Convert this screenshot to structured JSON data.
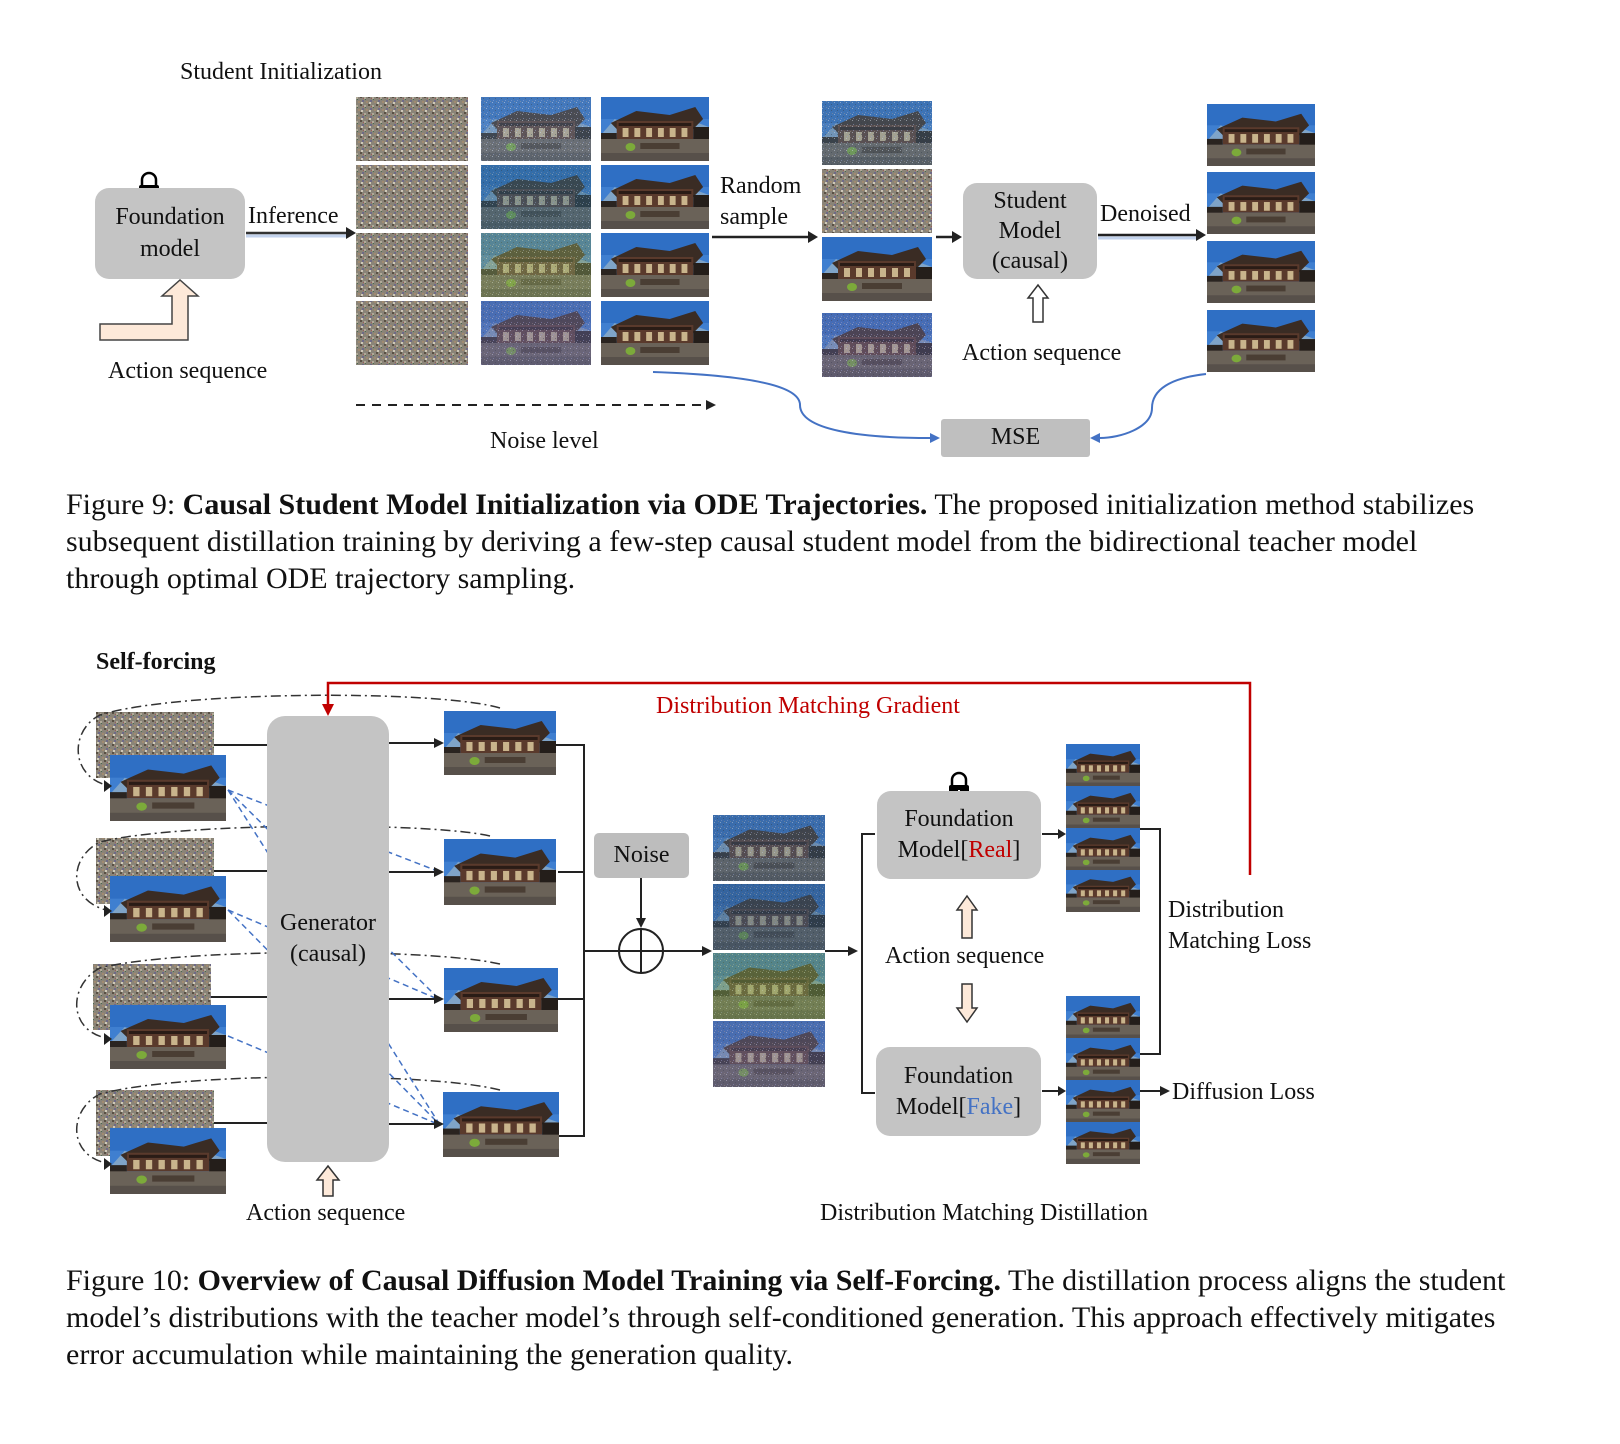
{
  "fig9": {
    "student_init_label": "Student Initialization",
    "foundation_model": [
      "Foundation",
      "model"
    ],
    "inference_label": "Inference",
    "action_sequence_left": "Action sequence",
    "random_sample": [
      "Random",
      "sample"
    ],
    "student_model": [
      "Student",
      "Model",
      "(causal)"
    ],
    "denoised_label": "Denoised",
    "action_sequence_right": "Action sequence",
    "noise_level": "Noise level",
    "mse": "MSE",
    "caption_prefix": "Figure 9:",
    "caption_title": "Causal Student Model Initialization via ODE Trajectories.",
    "caption_body": "The proposed initialization method stabilizes subsequent distillation training by deriving a few-step causal student model from the bidirectional teacher model through optimal ODE trajectory sampling."
  },
  "fig10": {
    "self_forcing": "Self-forcing",
    "dm_gradient": "Distribution Matching Gradient",
    "generator": [
      "Generator",
      "(causal)"
    ],
    "action_sequence_gen": "Action sequence",
    "noise": "Noise",
    "foundation_real_line1": "Foundation",
    "foundation_real_prefix": "Model[",
    "foundation_real_word": "Real",
    "foundation_real_suffix": "]",
    "action_sequence_mid": "Action sequence",
    "foundation_fake_line1": "Foundation",
    "foundation_fake_prefix": "Model[",
    "foundation_fake_word": "Fake",
    "foundation_fake_suffix": "]",
    "dm_loss": [
      "Distribution",
      "Matching Loss"
    ],
    "diffusion_loss": "Diffusion Loss",
    "dmd_label": "Distribution Matching Distillation",
    "caption_prefix": "Figure 10:",
    "caption_title": "Overview of Causal Diffusion Model Training via Self-Forcing.",
    "caption_body": "The distillation process aligns the student model’s distributions with the teacher model’s through self-conditioned generation. This approach effectively mitigates error accumulation while maintaining the generation quality."
  },
  "colors": {
    "box_gray": "#c4c4c4",
    "arrow_blue": "#4472c4",
    "gradient_red": "#c00000",
    "fake_blue": "#4472c4",
    "up_arrow_fill": "#fde9d9"
  },
  "icons": [
    "lock-icon",
    "xor-plus-icon",
    "block-up-arrow-icon",
    "block-down-arrow-icon",
    "bent-arrow-icon"
  ]
}
